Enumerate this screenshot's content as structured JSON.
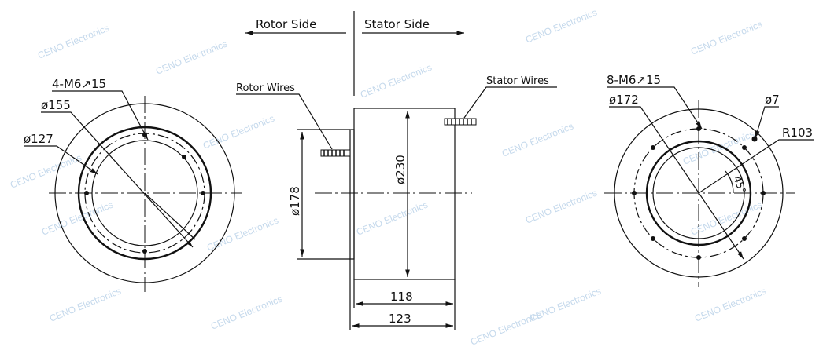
{
  "watermark": "CENO Electronics",
  "labels": {
    "rotor_side": "Rotor Side",
    "stator_side": "Stator Side",
    "rotor_wires": "Rotor Wires",
    "stator_wires": "Stator Wires"
  },
  "rotor_view": {
    "holes": "4-M6↗15",
    "d155": "ø155",
    "d127": "ø127"
  },
  "side_view": {
    "d178": "ø178",
    "d230": "ø230",
    "len118": "118",
    "len123": "123"
  },
  "stator_view": {
    "holes": "8-M6↗15",
    "d172": "ø172",
    "d7": "ø7",
    "r103": "R103",
    "angle": "45°"
  }
}
